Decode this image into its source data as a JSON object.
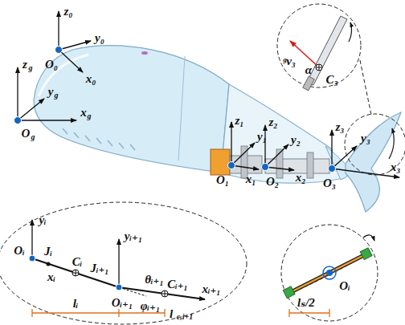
{
  "diagram": {
    "labels": [
      "z₀",
      "y₀",
      "x₀",
      "O₀",
      "z",
      "g",
      "y",
      "g",
      "x",
      "g",
      "O",
      "g",
      "z₁",
      "y₁",
      "x₁",
      "O₁",
      "z₂",
      "y₂",
      "x₂",
      "O₂",
      "z₃",
      "y₃",
      "x₃",
      "O₃",
      "ᵍv₃",
      "α",
      "C₃",
      "yᵢ",
      "Oᵢ",
      "Jᵢ",
      "Cᵢ",
      "xᵢ",
      "lᵢ",
      "yᵢ₊₁",
      "Jᵢ₊₁",
      "θᵢ₊₁",
      "Oᵢ₊₁",
      "φᵢ₊₁",
      "xᵢ₊₁",
      "Cᵢ₊₁",
      "l",
      "c,i+1",
      "lₛ/2",
      "Oᵢ"
    ]
  }
}
